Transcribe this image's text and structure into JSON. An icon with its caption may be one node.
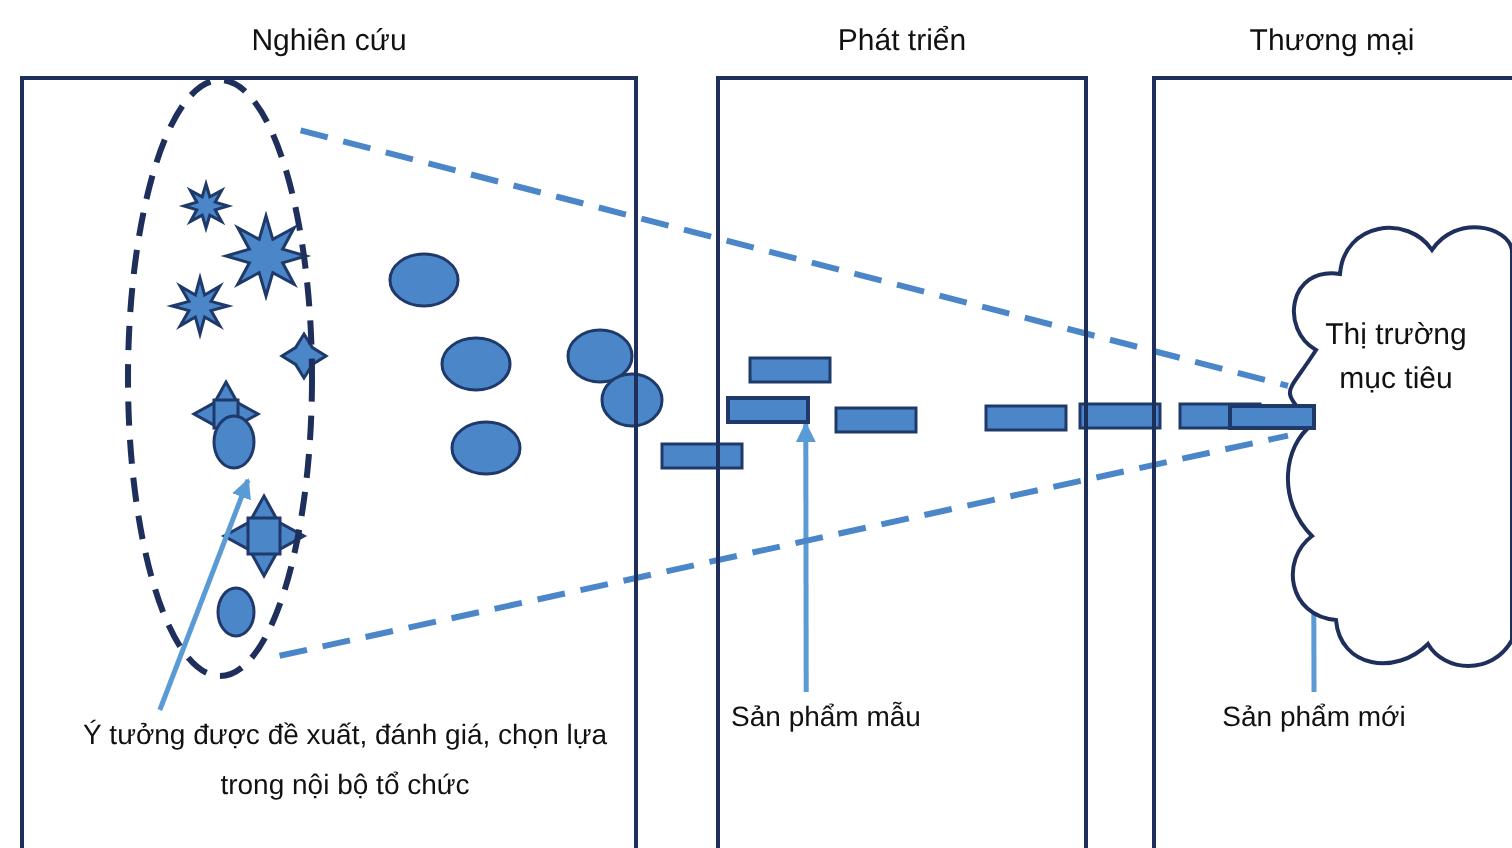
{
  "diagram": {
    "nodes": [
      {
        "text": [
          "Nghiên cứu"
        ]
      },
      {
        "text": [
          "Phát triển"
        ]
      },
      {
        "text": [
          "Thương mại"
        ]
      },
      {
        "text": [],
        "shape": "ellipse",
        "in": 0
      },
      {
        "text": [
          "Ý tưởng được đề xuất, đánh giá, chọn lựa trong nội bộ tổ chức"
        ],
        "in": 0
      },
      {
        "text": [],
        "shape": "box",
        "in": 1
      },
      {
        "text": [
          "Sản phẩm mẫu"
        ],
        "in": 1
      },
      {
        "text": [
          "Thị trường mục tiêu"
        ],
        "in": 2
      },
      {
        "text": [],
        "shape": "box",
        "in": 2
      },
      {
        "text": [
          "Sản phẩm mới"
        ],
        "in": 2
      }
    ],
    "edges": [
      {
        "from": 4,
        "to": 3,
        "arrow": "to"
      },
      {
        "from": 6,
        "to": 5,
        "arrow": "to"
      },
      {
        "from": 9,
        "to": 8,
        "arrow": "to"
      },
      {
        "from": 3,
        "to": 7,
        "arrow": "none",
        "style": "dashed"
      },
      {
        "from": 3,
        "to": 7,
        "arrow": "none",
        "style": "dashed"
      }
    ]
  }
}
